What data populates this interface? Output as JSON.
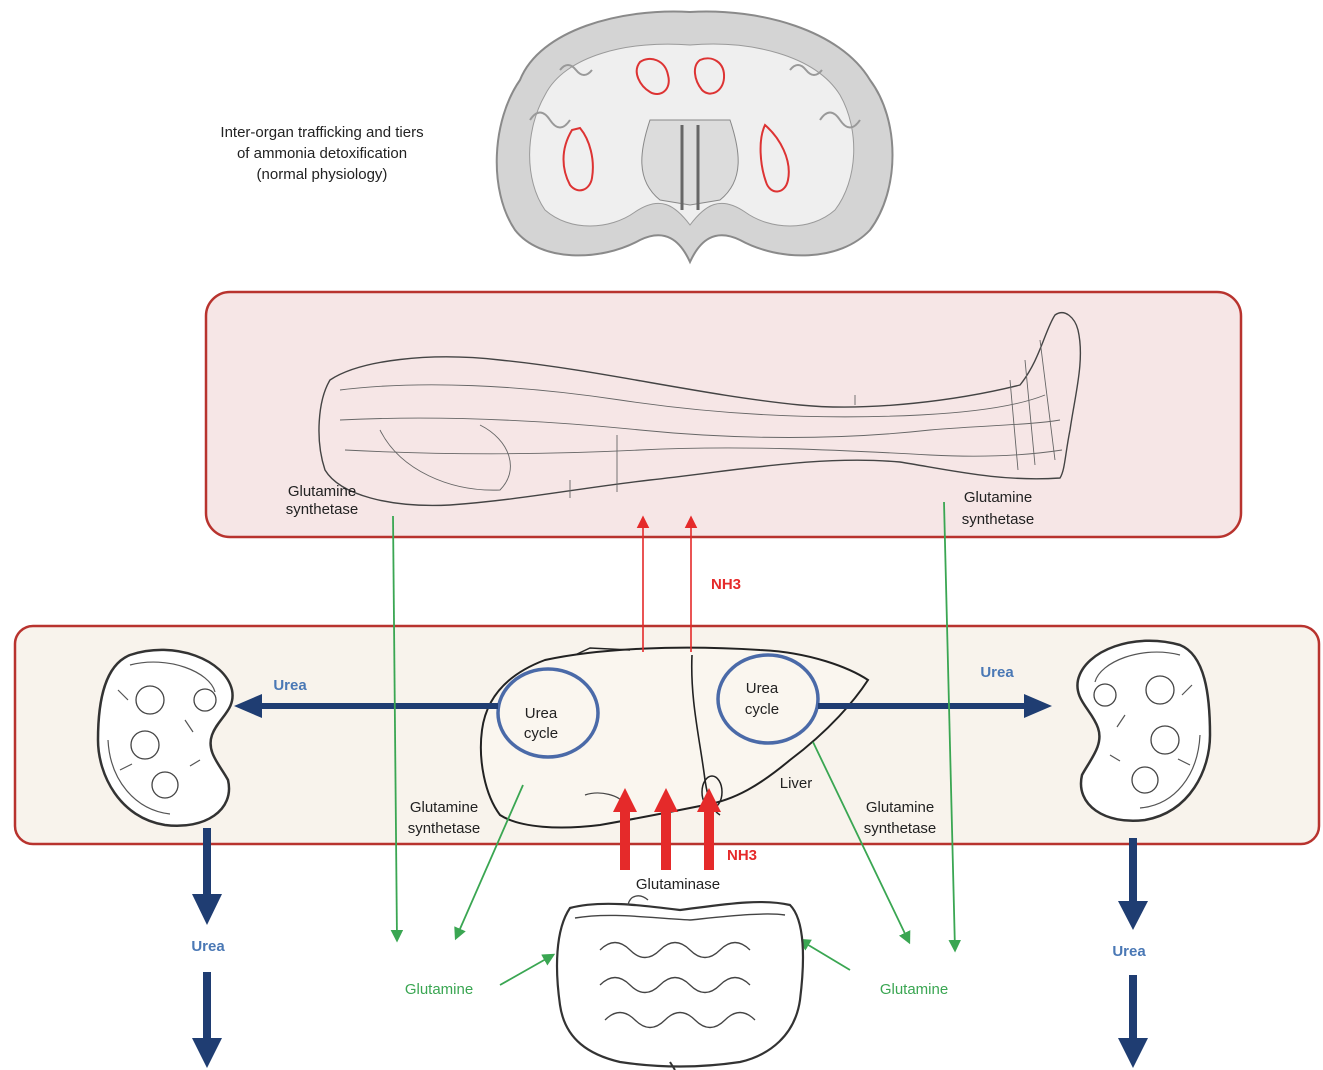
{
  "title": {
    "line1": "Inter-organ trafficking and tiers",
    "line2": "of ammonia detoxification",
    "line3": "(normal physiology)"
  },
  "labels": {
    "gs_muscle_left": [
      "Glutamine",
      "synthetase"
    ],
    "gs_muscle_right": [
      "Glutamine",
      "synthetase"
    ],
    "nh3_muscle": "NH3",
    "urea_left_kidney": "Urea",
    "urea_right_kidney": "Urea",
    "urea_cycle_left": [
      "Urea",
      "cycle"
    ],
    "urea_cycle_right": [
      "Urea",
      "cycle"
    ],
    "liver": "Liver",
    "gs_liver_left": [
      "Glutamine",
      "synthetase"
    ],
    "gs_liver_right": [
      "Glutamine",
      "synthetase"
    ],
    "nh3_gut": "NH3",
    "glutaminase": "Glutaminase",
    "urea_out_left": "Urea",
    "urea_out_right": "Urea",
    "glutamine_left": "Glutamine",
    "glutamine_right": "Glutamine"
  },
  "colors": {
    "box_border": "#b8332e",
    "muscle_fill": "#f6e6e6",
    "liver_fill": "#f8f3ec",
    "urea_arrow": "#1f3d72",
    "urea_text": "#4a78b5",
    "nh3": "#e52a2a",
    "glutamine": "#3aa652",
    "cycle_ring": "#4a6aa8"
  },
  "images": [
    "brain-coronal-section",
    "leg-muscle-drawing",
    "liver-drawing",
    "kidney-left",
    "kidney-right",
    "intestine-drawing"
  ]
}
